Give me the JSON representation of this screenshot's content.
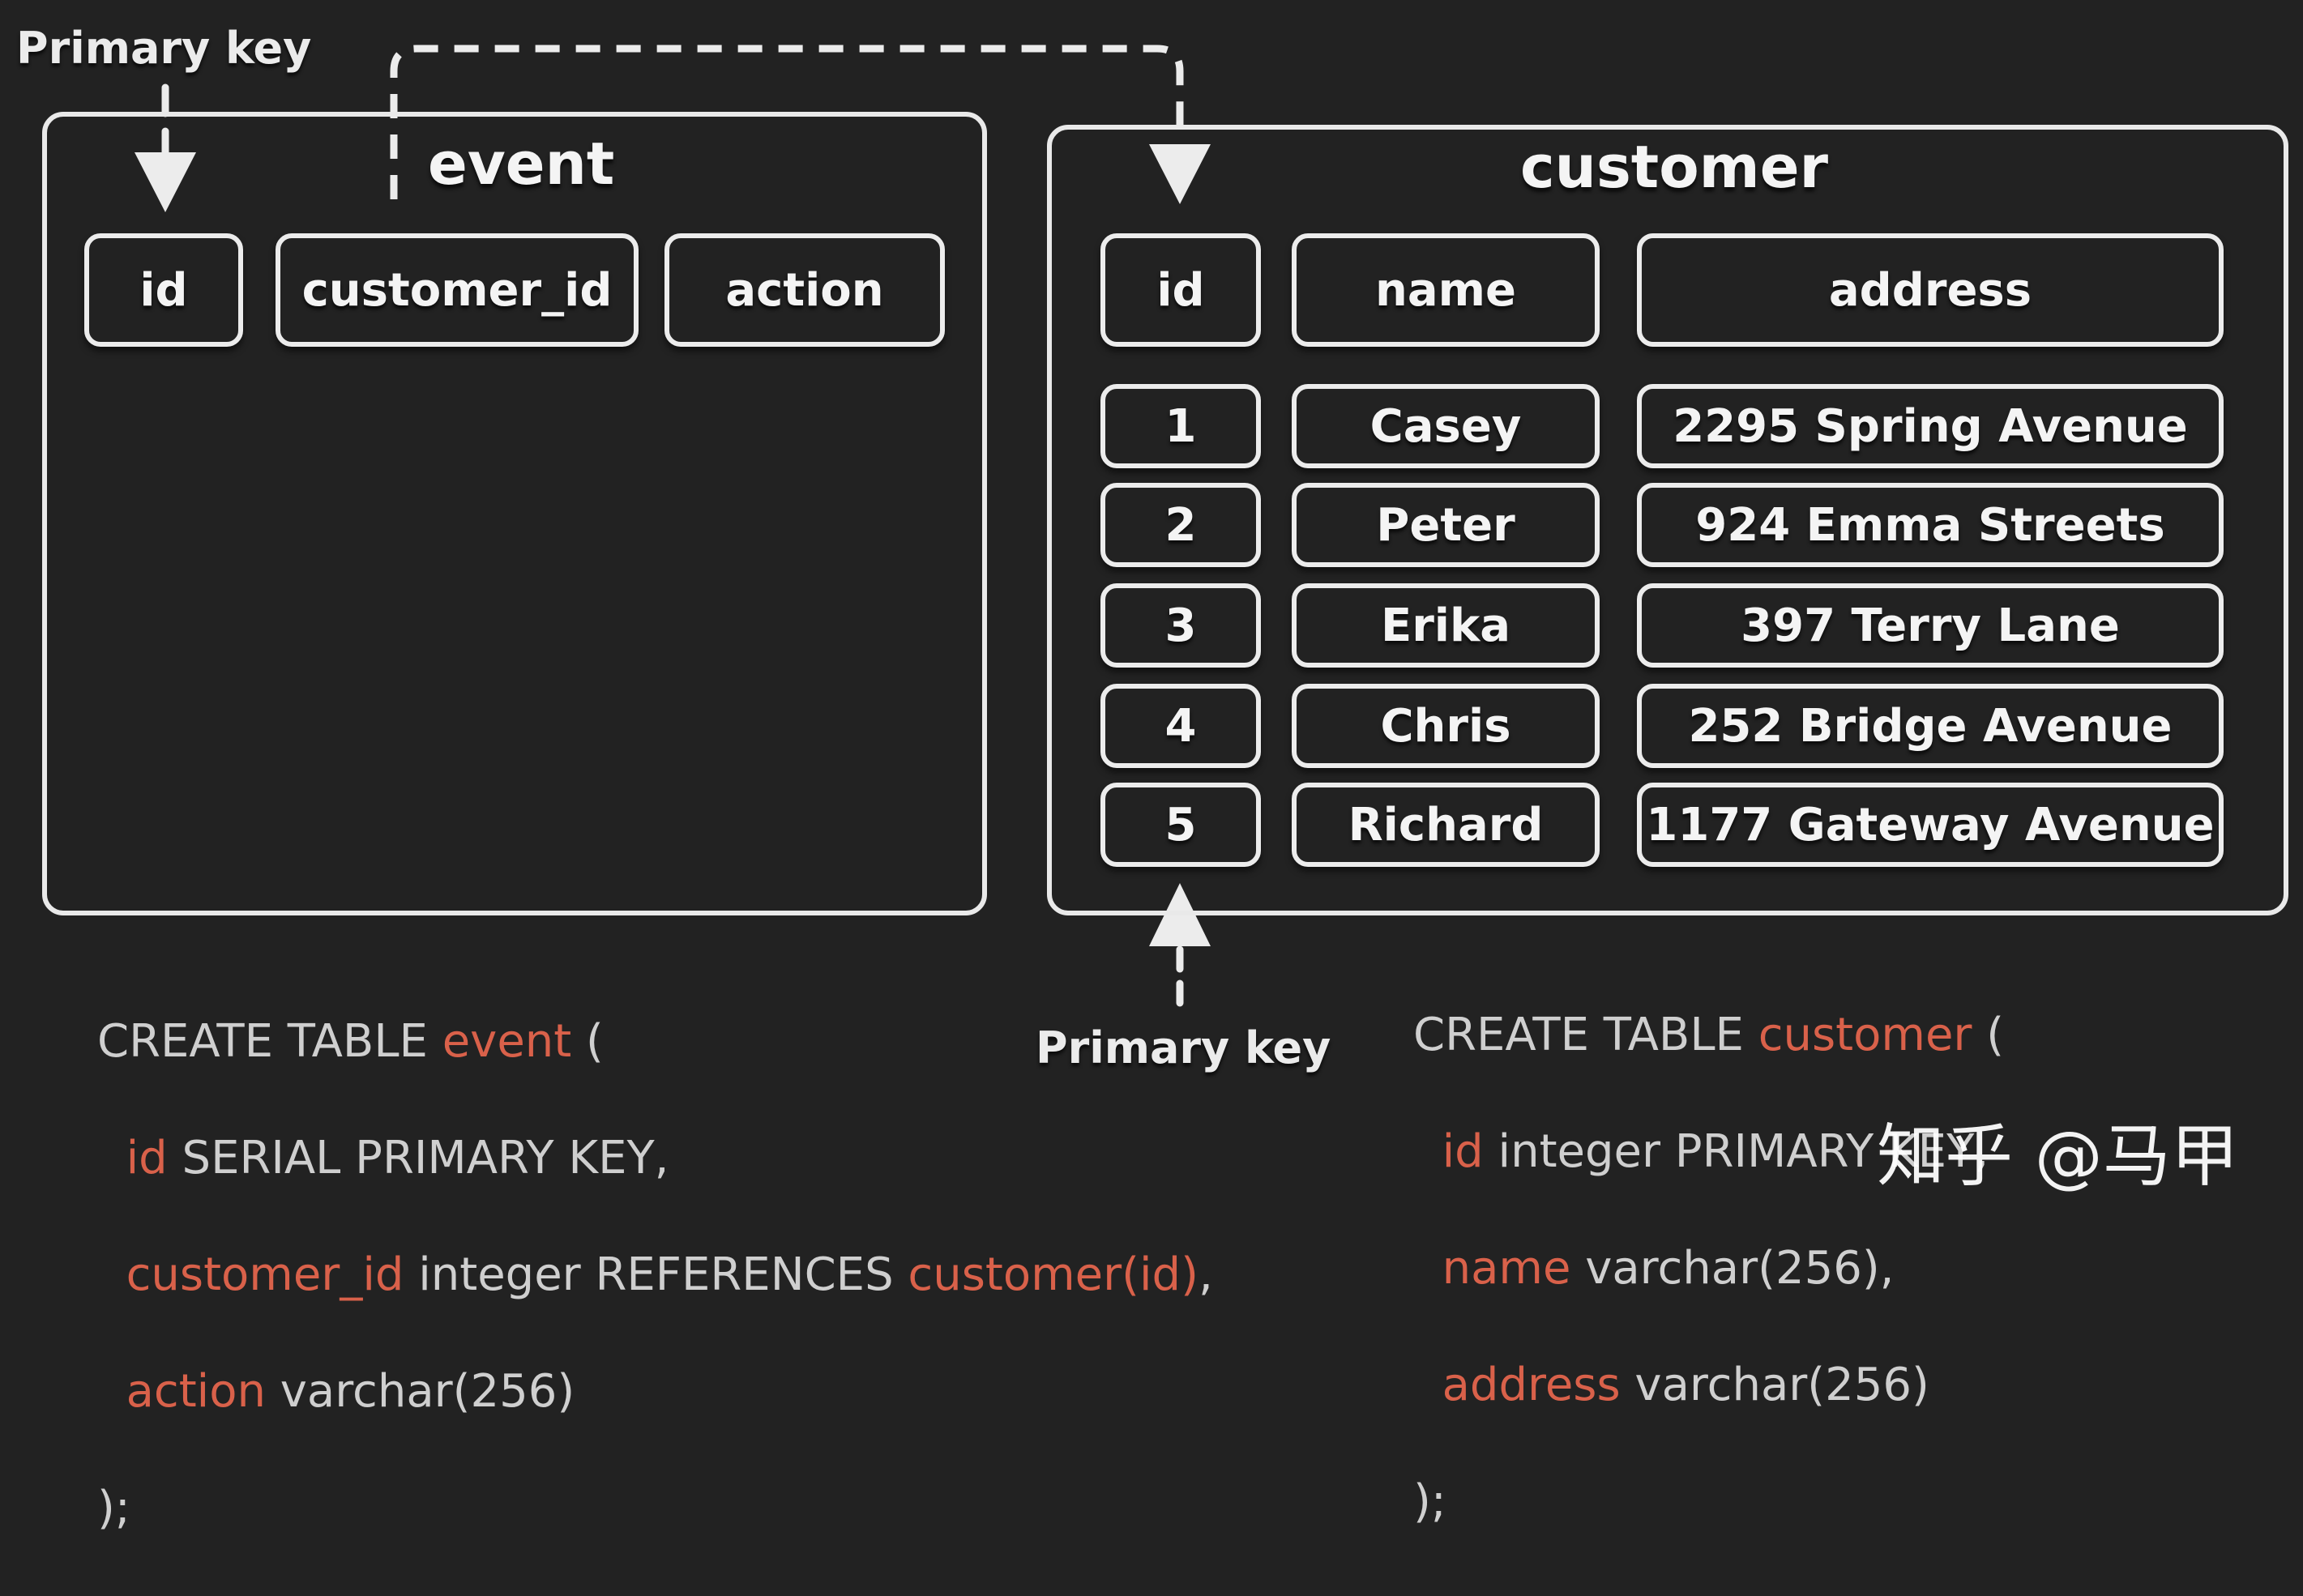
{
  "labels": {
    "primary_key_top": "Primary key",
    "primary_key_bottom": "Primary key"
  },
  "event_table": {
    "title": "event",
    "columns": [
      "id",
      "customer_id",
      "action"
    ]
  },
  "customer_table": {
    "title": "customer",
    "columns": [
      "id",
      "name",
      "address"
    ],
    "rows": [
      {
        "id": "1",
        "name": "Casey",
        "address": "2295 Spring Avenue"
      },
      {
        "id": "2",
        "name": "Peter",
        "address": "924 Emma Streets"
      },
      {
        "id": "3",
        "name": "Erika",
        "address": "397 Terry Lane"
      },
      {
        "id": "4",
        "name": "Chris",
        "address": "252 Bridge Avenue"
      },
      {
        "id": "5",
        "name": "Richard",
        "address": "1177 Gateway Avenue"
      }
    ]
  },
  "event_sql": {
    "l1_a": "CREATE TABLE ",
    "l1_b": "event",
    "l1_c": " (",
    "l2_a": "id",
    "l2_b": " SERIAL PRIMARY KEY,",
    "l3_a": "customer_id",
    "l3_b": " integer REFERENCES ",
    "l3_c": "customer(id)",
    "l3_d": ",",
    "l4_a": "action",
    "l4_b": " varchar(256)",
    "l5": ");"
  },
  "customer_sql": {
    "l1_a": "CREATE TABLE ",
    "l1_b": "customer",
    "l1_c": " (",
    "l2_a": "id",
    "l2_b": " integer PRIMARY KEY,",
    "l3_a": "name",
    "l3_b": " varchar(256),",
    "l4_a": "address",
    "l4_b": " varchar(256)",
    "l5": ");"
  },
  "watermark": "知乎 @马甲",
  "colors": {
    "background": "#222222",
    "border": "#e9e9e9",
    "sql_highlight": "#d9614a",
    "sql_text": "#cfcfcf"
  }
}
